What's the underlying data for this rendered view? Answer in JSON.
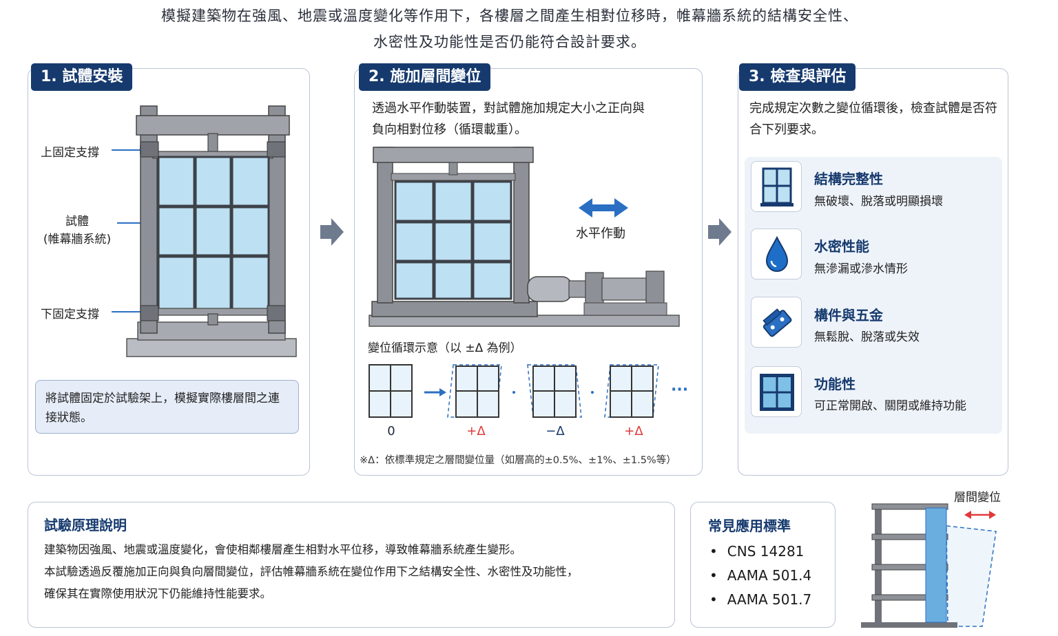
{
  "intro": {
    "line1": "模擬建築物在強風、地震或溫度變化等作用下，各樓層之間產生相對位移時，帷幕牆系統的結構安全性、",
    "line2": "水密性及功能性是否仍能符合設計要求。"
  },
  "step1": {
    "tab": "1. 試體安裝",
    "label_top": "上固定支撐",
    "label_specimen_1": "試體",
    "label_specimen_2": "(帷幕牆系統)",
    "label_bottom": "下固定支撐",
    "note": "將試體固定於試驗架上，模擬實際樓層間之連接狀態。"
  },
  "step2": {
    "tab": "2. 施加層間變位",
    "desc": "透過水平作動裝置，對試體施加規定大小之正向與負向相對位移（循環載重）。",
    "actuator_label": "水平作動",
    "cycle_title": "變位循環示意（以 ±Δ 為例）",
    "cycle_labels": [
      "0",
      "+Δ",
      "−Δ",
      "+Δ"
    ],
    "ellipsis": "···",
    "footnote": "※Δ：依標準規定之層間變位量（如層高的±0.5%、±1%、±1.5%等）"
  },
  "step3": {
    "tab": "3. 檢查與評估",
    "desc": "完成規定次數之變位循環後，檢查試體是否符合下列要求。",
    "requirements": [
      {
        "title": "結構完整性",
        "desc": "無破壞、脫落或明顯損壞",
        "icon": "window-icon"
      },
      {
        "title": "水密性能",
        "desc": "無滲漏或滲水情形",
        "icon": "water-drop-icon"
      },
      {
        "title": "構件與五金",
        "desc": "無鬆脫、脫落或失效",
        "icon": "hardware-icon"
      },
      {
        "title": "功能性",
        "desc": "可正常開啟、關閉或維持功能",
        "icon": "window-frame-icon"
      }
    ]
  },
  "principle": {
    "title": "試驗原理說明",
    "line1": "建築物因強風、地震或溫度變化，會使相鄰樓層產生相對水平位移，導致帷幕牆系統產生變形。",
    "line2": "本試驗透過反覆施加正向與負向層間變位，評估帷幕牆系統在變位作用下之結構安全性、水密性及功能性，",
    "line3": "確保其在實際使用狀況下仍能維持性能要求。"
  },
  "standards": {
    "title": "常見應用標準",
    "items": [
      "CNS 14281",
      "AAMA 501.4",
      "AAMA 501.7"
    ]
  },
  "building": {
    "label": "層間變位"
  },
  "colors": {
    "navy": "#163a6e",
    "accent_blue": "#2a6fc2",
    "red": "#e03a3a",
    "glass": "#bde0f2",
    "steel": "#8d9096"
  }
}
